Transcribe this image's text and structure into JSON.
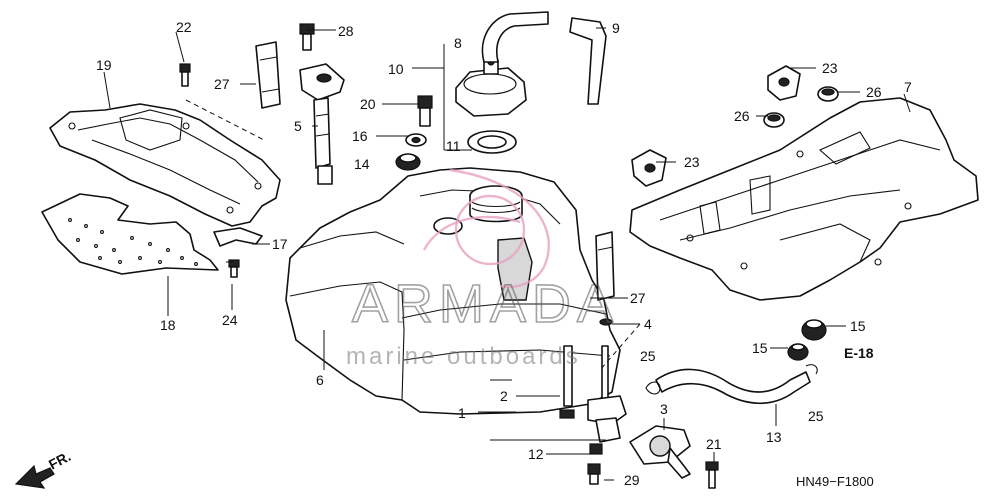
{
  "diagram": {
    "code": "HN49−F1800",
    "front_label": "FR.",
    "exploded_ref": "E-18"
  },
  "watermark": {
    "brand": "ARMADA",
    "tagline": "marine outboards"
  },
  "callouts": {
    "c1": "1",
    "c2": "2",
    "c3": "3",
    "c4": "4",
    "c5": "5",
    "c6": "6",
    "c7": "7",
    "c8": "8",
    "c9": "9",
    "c10": "10",
    "c11": "11",
    "c12": "12",
    "c13": "13",
    "c14": "14",
    "c15a": "15",
    "c15b": "15",
    "c16": "16",
    "c17": "17",
    "c18": "18",
    "c19": "19",
    "c20": "20",
    "c21": "21",
    "c22": "22",
    "c23a": "23",
    "c23b": "23",
    "c24": "24",
    "c25a": "25",
    "c25b": "25",
    "c26a": "26",
    "c26b": "26",
    "c27a": "27",
    "c27b": "27",
    "c28": "28",
    "c29": "29"
  },
  "colors": {
    "line": "#111111",
    "watermark_accent": "#e7a3c0"
  }
}
